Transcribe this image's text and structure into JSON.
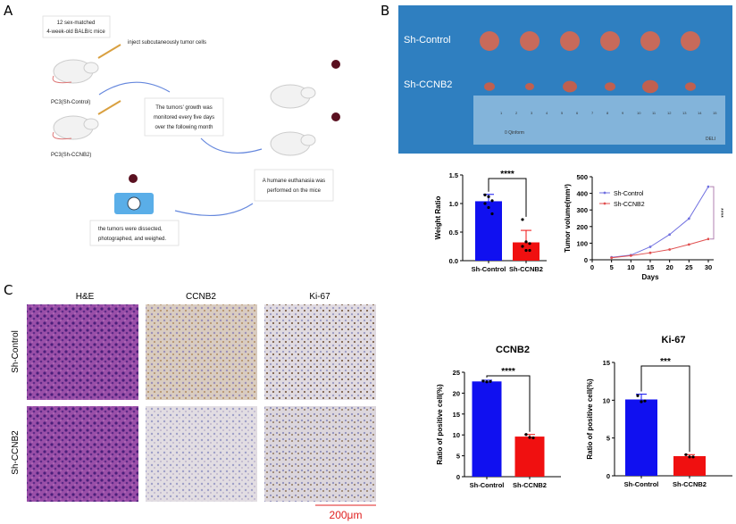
{
  "panels": {
    "a": "A",
    "b": "B",
    "c": "C"
  },
  "schematic": {
    "mice_box": [
      "12 sex-matched",
      "4-week-old BALB/c mice"
    ],
    "inject": "inject subcutaneously tumor cells",
    "group1": "PC3(Sh-Control)",
    "group2": "PC3(Sh-CCNB2)",
    "growth_box": [
      "The tumors' growth was",
      "monitored every five days",
      "over the following month"
    ],
    "euth_box": [
      "A humane euthanasia was",
      "performed on the mice"
    ],
    "dissect_box": [
      "the tumors were dissected,",
      "photographed, and weighed."
    ]
  },
  "photo": {
    "row1": "Sh-Control",
    "row2": "Sh-CCNB2",
    "ruler_brand": "DELI",
    "ruler_unit": "0 Qinform",
    "ruler_numbers": [
      "1",
      "2",
      "3",
      "4",
      "5",
      "6",
      "7",
      "8",
      "9",
      "10",
      "11",
      "12",
      "13",
      "14",
      "15"
    ]
  },
  "ihc": {
    "columns": [
      "H&E",
      "CCNB2",
      "Ki-67"
    ],
    "rows": [
      "Sh-Control",
      "Sh-CCNB2"
    ],
    "scale_bar": "200μm"
  },
  "colors": {
    "control": "#1010f0",
    "ccnb2": "#f01010",
    "line_control": "#7070e0",
    "line_ccnb2": "#e05050"
  },
  "chart_data": [
    {
      "type": "bar",
      "categories": [
        "Sh-Control",
        "Sh-CCNB2"
      ],
      "values": [
        1.04,
        0.32
      ],
      "errors": [
        0.12,
        0.21
      ],
      "points": [
        [
          1.15,
          1.12,
          1.05,
          1.0,
          0.93,
          0.82
        ],
        [
          0.72,
          0.33,
          0.3,
          0.25,
          0.18,
          0.18
        ]
      ],
      "ylabel": "Weight Ratio",
      "ylim": [
        0,
        1.5
      ],
      "yticks": [
        "0.0",
        "0.5",
        "1.0",
        "1.5"
      ],
      "significance": "****",
      "title": ""
    },
    {
      "type": "line",
      "x": [
        5,
        10,
        15,
        20,
        25,
        30
      ],
      "series": [
        {
          "name": "Sh-Control",
          "values": [
            15,
            28,
            78,
            152,
            248,
            440
          ]
        },
        {
          "name": "Sh-CCNB2",
          "values": [
            12,
            25,
            42,
            62,
            92,
            125
          ]
        }
      ],
      "xlabel": "Days",
      "ylabel": "Tumor volume(mm³)",
      "xlim": [
        0,
        30
      ],
      "ylim": [
        0,
        500
      ],
      "xticks": [
        "0",
        "5",
        "10",
        "15",
        "20",
        "25",
        "30"
      ],
      "yticks": [
        "0",
        "100",
        "200",
        "300",
        "400",
        "500"
      ],
      "significance": "****",
      "legend": "top-left"
    },
    {
      "type": "bar",
      "title": "CCNB2",
      "categories": [
        "Sh-Control",
        "Sh-CCNB2"
      ],
      "values": [
        22.8,
        9.6
      ],
      "errors": [
        0.3,
        0.5
      ],
      "points": [
        [
          22.9,
          22.7,
          22.8
        ],
        [
          10.1,
          9.4,
          9.3
        ]
      ],
      "ylabel": "Ratio of positive cell(%)",
      "ylim": [
        0,
        25
      ],
      "yticks": [
        "0",
        "5",
        "10",
        "15",
        "20",
        "25"
      ],
      "significance": "****"
    },
    {
      "type": "bar",
      "title": "Ki-67",
      "categories": [
        "Sh-Control",
        "Sh-CCNB2"
      ],
      "values": [
        10.1,
        2.6
      ],
      "errors": [
        0.7,
        0.2
      ],
      "points": [
        [
          10.6,
          9.8,
          9.9
        ],
        [
          2.8,
          2.5,
          2.5
        ]
      ],
      "ylabel": "Ratio of positive cell(%)",
      "ylim": [
        0,
        15
      ],
      "yticks": [
        "0",
        "5",
        "10",
        "15"
      ],
      "significance": "***"
    }
  ]
}
